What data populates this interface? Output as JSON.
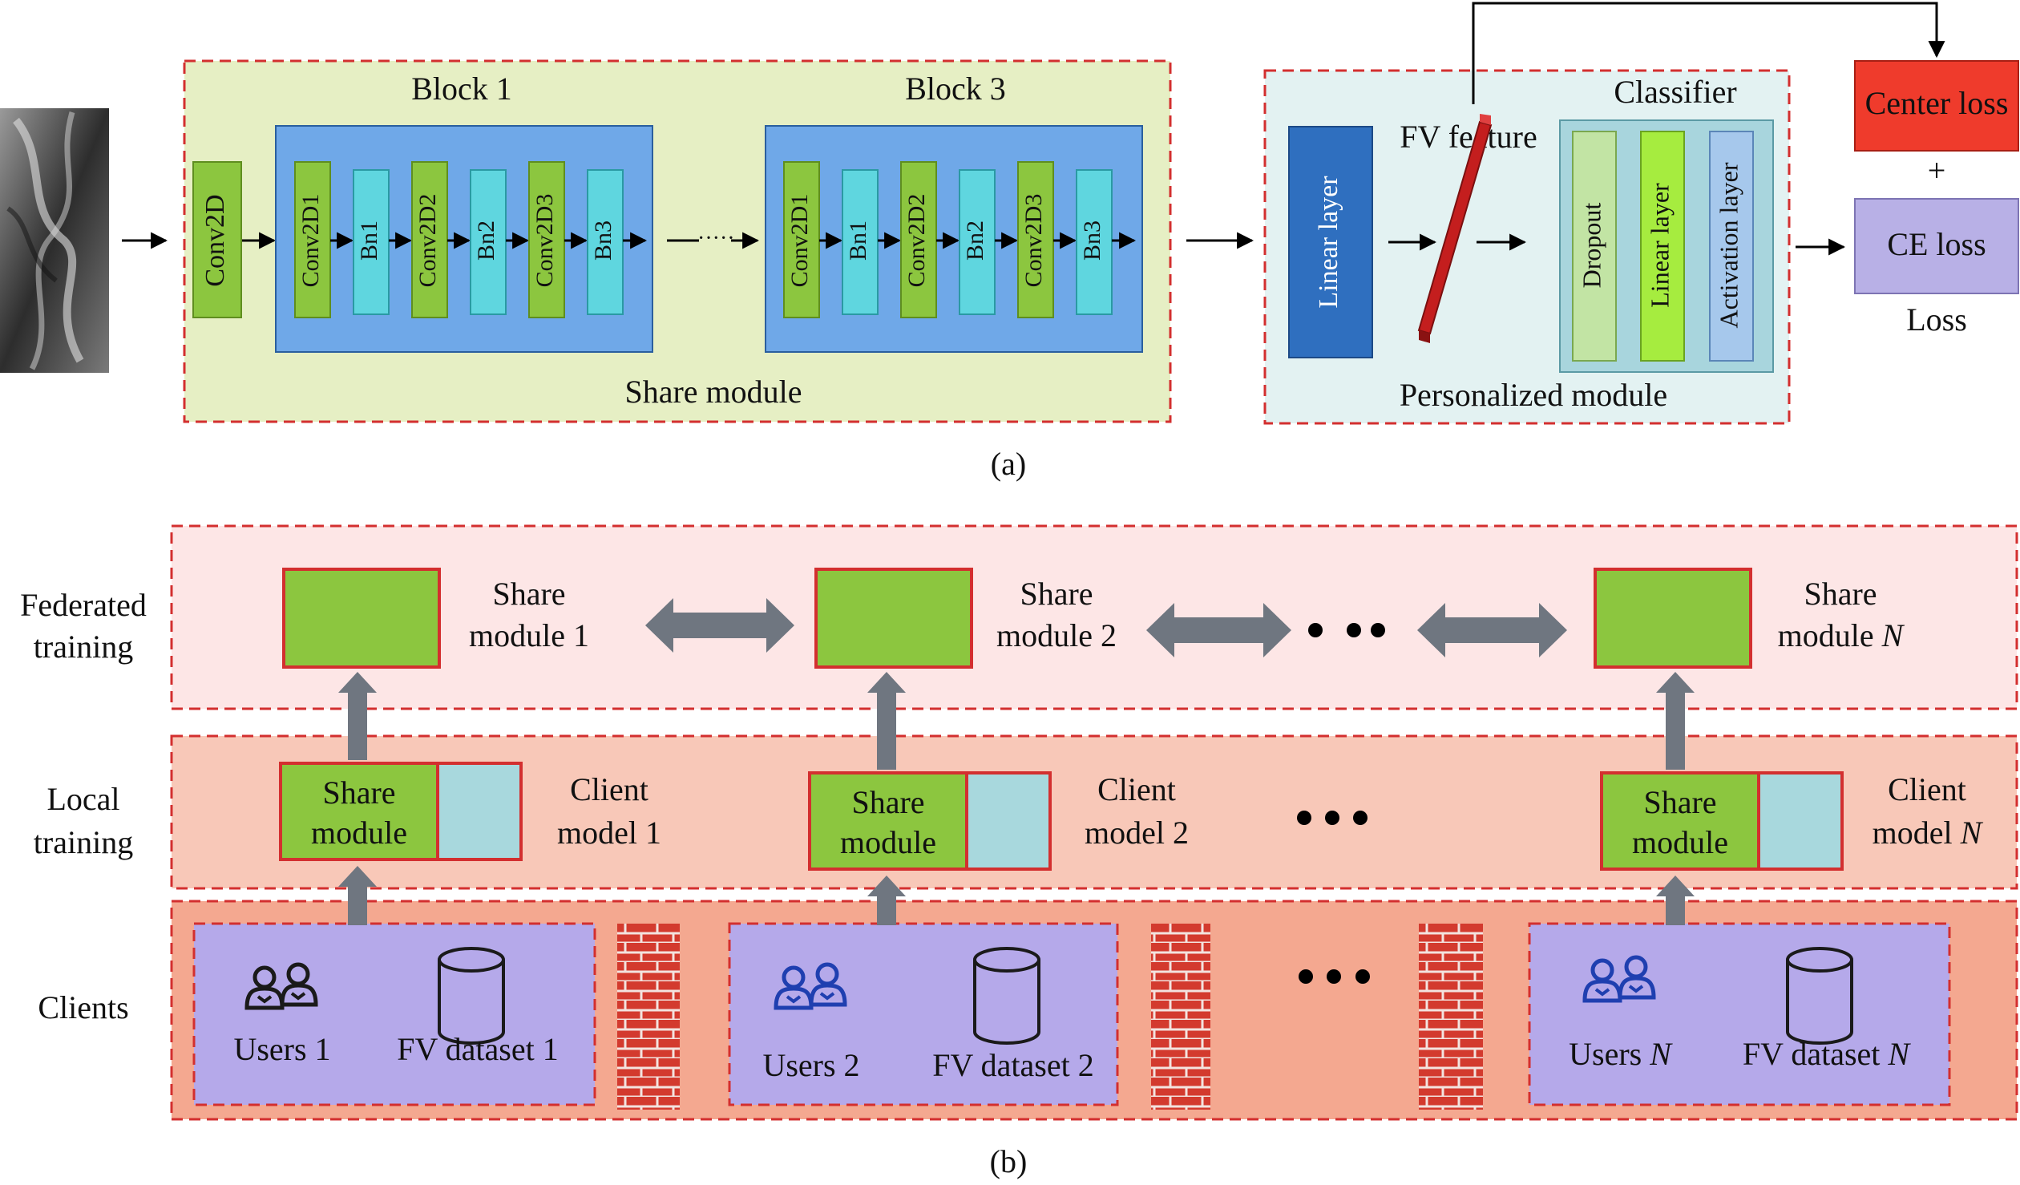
{
  "part_a": {
    "conv2d": "Conv2D",
    "block1_title": "Block 1",
    "block3_title": "Block 3",
    "block_layers": [
      "Conv2D1",
      "Bn1",
      "Conv2D2",
      "Bn2",
      "Conv2D3",
      "Bn3"
    ],
    "ellipsis": "·····",
    "share_module_label": "Share module",
    "linear_layer": "Linear layer",
    "fv_feature": "FV feature",
    "classifier_title": "Classifier",
    "classifier_layers": [
      "Dropout",
      "Linear layer",
      "Activation layer"
    ],
    "personalized_module_label": "Personalized module",
    "center_loss": "Center loss",
    "plus": "+",
    "ce_loss": "CE loss",
    "loss_label": "Loss",
    "caption": "(a)"
  },
  "part_b": {
    "row_labels": {
      "federated": [
        "Federated",
        "training"
      ],
      "local": [
        "Local",
        "training"
      ],
      "clients": "Clients"
    },
    "share_modules": [
      {
        "line1": "Share",
        "line2_prefix": "module ",
        "index": "1",
        "index_italic": false
      },
      {
        "line1": "Share",
        "line2_prefix": "module ",
        "index": "2",
        "index_italic": false
      },
      {
        "line1": "Share",
        "line2_prefix": "module ",
        "index": "N",
        "index_italic": true
      }
    ],
    "client_models": [
      {
        "share_text": [
          "Share",
          "module"
        ],
        "line1": "Client",
        "line2_prefix": "model ",
        "index": "1",
        "index_italic": false
      },
      {
        "share_text": [
          "Share",
          "module"
        ],
        "line1": "Client",
        "line2_prefix": "model ",
        "index": "2",
        "index_italic": false
      },
      {
        "share_text": [
          "Share",
          "module"
        ],
        "line1": "Client",
        "line2_prefix": "model ",
        "index": "N",
        "index_italic": true
      }
    ],
    "clients": [
      {
        "users_prefix": "Users ",
        "dataset_prefix": "FV dataset ",
        "index": "1",
        "index_italic": false
      },
      {
        "users_prefix": "Users ",
        "dataset_prefix": "FV dataset ",
        "index": "2",
        "index_italic": false
      },
      {
        "users_prefix": "Users ",
        "dataset_prefix": "FV dataset ",
        "index": "N",
        "index_italic": true
      }
    ],
    "caption": "(b)"
  },
  "colors": {
    "dashed_border": "#d32f2f",
    "share_bg": "#e6efc4",
    "block_blue": "#6fa8e8",
    "conv_green": "#8cc63f",
    "bn_cyan": "#5fd6df",
    "personalized_bg": "#e3f2f2",
    "linear_dark_blue": "#2f6fbf",
    "classifier_bg": "#a8d5dd",
    "center_loss_red": "#ef3b2c",
    "ce_loss_purple": "#b8b0e6",
    "federated_bg": "#fde6e6",
    "local_bg": "#f8c8b8",
    "clients_bg": "#f4a890",
    "client_box_purple": "#b5a9ea",
    "client_side_blue": "#a8d8dd",
    "arrow_gray": "#6f7680",
    "firewall_red": "#c0281e"
  },
  "icons": [
    "users-icon",
    "database-icon",
    "firewall-icon",
    "fv-feature-bar-icon",
    "finger-vein-image"
  ]
}
